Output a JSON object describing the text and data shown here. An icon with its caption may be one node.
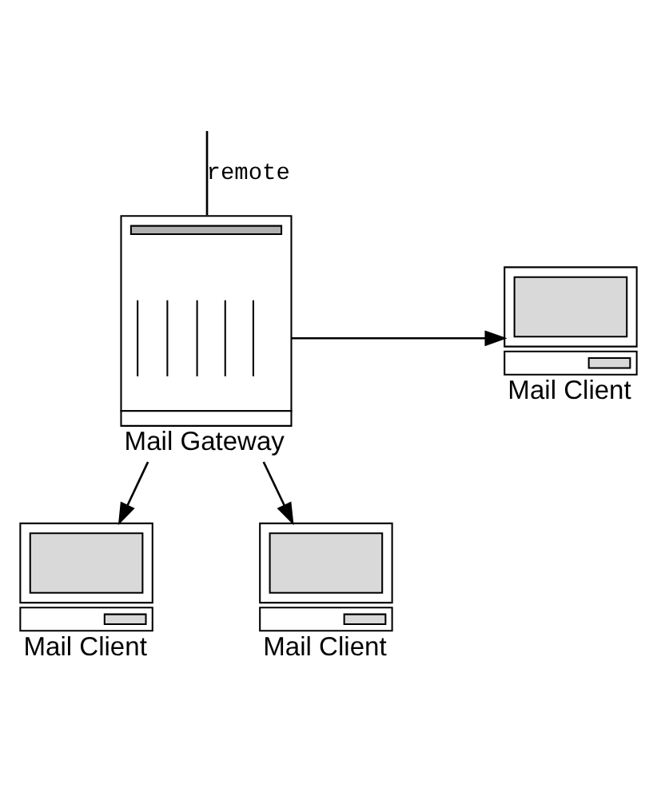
{
  "diagram": {
    "nodes": [
      {
        "text": [
          "Mail Gateway"
        ]
      },
      {
        "text": [
          "Mail Client"
        ]
      },
      {
        "text": [
          "Mail Client"
        ]
      },
      {
        "text": [
          "Mail Client"
        ]
      }
    ],
    "edges": [
      {
        "from": null,
        "to": 0,
        "arrow": "none",
        "label": "remote"
      },
      {
        "from": 0,
        "to": 1,
        "arrow": "to"
      },
      {
        "from": 0,
        "to": 2,
        "arrow": "to"
      },
      {
        "from": 0,
        "to": 3,
        "arrow": "to"
      }
    ]
  }
}
